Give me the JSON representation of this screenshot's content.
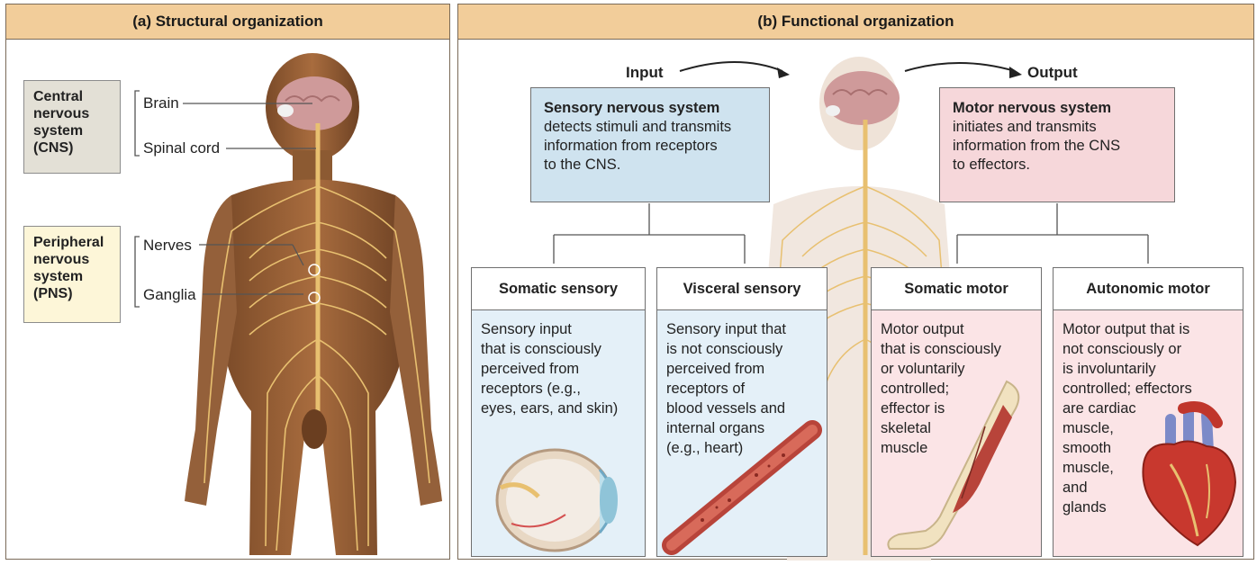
{
  "panel_a": {
    "header": "(a) Structural organization",
    "cns_label": "Central\nnervous\nsystem\n(CNS)",
    "pns_label": "Peripheral\nnervous\nsystem\n(PNS)",
    "brain": "Brain",
    "spinal_cord": "Spinal cord",
    "nerves": "Nerves",
    "ganglia": "Ganglia"
  },
  "panel_b": {
    "header": "(b) Functional organization",
    "input": "Input",
    "output": "Output",
    "sensory_title": "Sensory nervous system",
    "sensory_desc": "detects stimuli and transmits\ninformation from receptors\nto the CNS.",
    "motor_title": "Motor nervous system",
    "motor_desc": "initiates and transmits\ninformation from the CNS\nto effectors.",
    "somatic_sensory_title": "Somatic sensory",
    "somatic_sensory_desc": "Sensory input\nthat is consciously\nperceived from\nreceptors (e.g.,\neyes, ears, and skin)",
    "visceral_sensory_title": "Visceral sensory",
    "visceral_sensory_desc": "Sensory input that\nis not consciously\nperceived from\nreceptors of\nblood vessels and\ninternal organs\n(e.g., heart)",
    "somatic_motor_title": "Somatic motor",
    "somatic_motor_desc": "Motor output\nthat is consciously\nor voluntarily\ncontrolled;\neffector is\nskeletal\nmuscle",
    "autonomic_motor_title": "Autonomic motor",
    "autonomic_motor_desc": "Motor output that is\nnot consciously or\nis involuntarily\ncontrolled; effectors\nare cardiac\nmuscle,\nsmooth\nmuscle,\nand\nglands"
  },
  "colors": {
    "header_bg": "#f2cd9a",
    "cns_bg": "#e3e0d6",
    "pns_bg": "#fdf6d8",
    "sensory_bg": "#cfe3ef",
    "motor_bg": "#f6d7da",
    "nerve": "#e8c070",
    "brain": "#cf9a9a"
  },
  "icons": [
    "human-figure",
    "brain-icon",
    "eye-icon",
    "blood-vessel-icon",
    "arm-muscle-icon",
    "heart-icon"
  ]
}
